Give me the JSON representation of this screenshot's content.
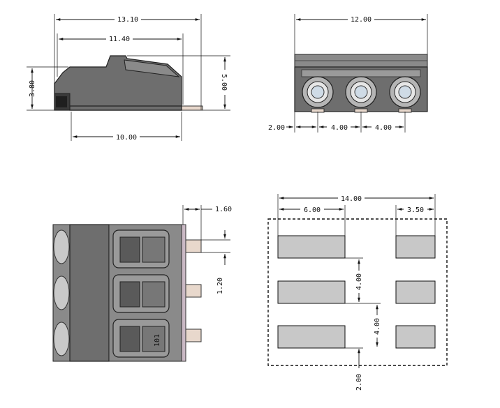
{
  "drawing": {
    "side_view": {
      "overall_length": "13.10",
      "top_length": "11.40",
      "base_length": "10.00",
      "left_height": "3.80",
      "right_height": "5.00"
    },
    "front_view": {
      "overall_width": "12.00",
      "edge_offset": "2.00",
      "pitch_1": "4.00",
      "pitch_2": "4.00"
    },
    "top_view": {
      "pin_extension": "1.60",
      "pin_offset": "1.20",
      "marking": "101"
    },
    "footprint": {
      "overall_width": "14.00",
      "pad_length": "6.00",
      "small_pad_length": "3.50",
      "pitch_1": "4.00",
      "pitch_2": "4.00",
      "edge_offset": "2.00"
    }
  },
  "colors": {
    "body": "#6e6e6e",
    "pad": "#c8c8c8",
    "pin": "#e8d8cc",
    "line": "#111111"
  }
}
